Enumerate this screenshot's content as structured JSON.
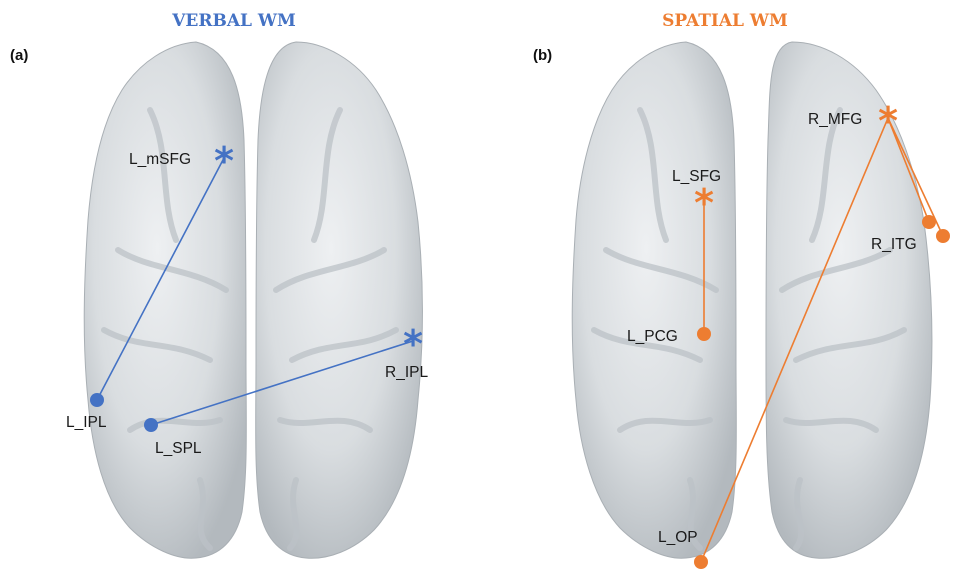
{
  "colors": {
    "verbal": "#4472C4",
    "spatial": "#ED7D31",
    "brain_fill": "#d9dde0",
    "brain_shade": "#b9bfc4"
  },
  "panels": [
    {
      "letter": "(a)",
      "title": "VERBAL WM",
      "title_color": "#4472C4",
      "regions": [
        {
          "label": "L_mSFG",
          "marker": "asterisk",
          "color": "#4472C4"
        },
        {
          "label": "R_IPL",
          "marker": "asterisk",
          "color": "#4472C4"
        },
        {
          "label": "L_IPL",
          "marker": "dot",
          "color": "#4472C4"
        },
        {
          "label": "L_SPL",
          "marker": "dot",
          "color": "#4472C4"
        }
      ],
      "connections": [
        [
          "L_mSFG",
          "L_IPL"
        ],
        [
          "R_IPL",
          "L_SPL"
        ]
      ]
    },
    {
      "letter": "(b)",
      "title": "SPATIAL WM",
      "title_color": "#ED7D31",
      "regions": [
        {
          "label": "L_SFG",
          "marker": "asterisk",
          "color": "#ED7D31"
        },
        {
          "label": "R_MFG",
          "marker": "asterisk",
          "color": "#ED7D31"
        },
        {
          "label": "R_ITG",
          "marker": "dot",
          "color": "#ED7D31"
        },
        {
          "label": "L_PCG",
          "marker": "dot",
          "color": "#ED7D31"
        },
        {
          "label": "L_OP",
          "marker": "dot",
          "color": "#ED7D31"
        }
      ],
      "connections": [
        [
          "L_SFG",
          "L_PCG"
        ],
        [
          "R_MFG",
          "R_ITG"
        ],
        [
          "R_MFG",
          "L_OP"
        ]
      ]
    }
  ]
}
